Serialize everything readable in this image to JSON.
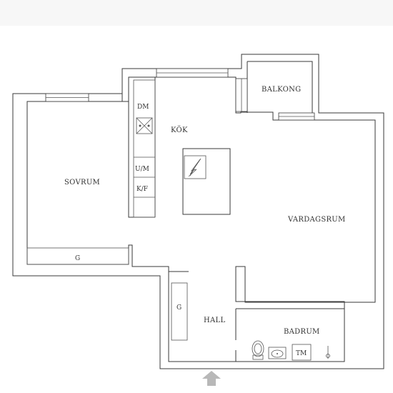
{
  "rooms": {
    "sovrum": "SOVRUM",
    "kok": "KÖK",
    "balkong": "BALKONG",
    "vardagsrum": "VARDAGSRUM",
    "hall": "HALL",
    "badrum": "BADRUM"
  },
  "fixtures": {
    "dishwasher": "DM",
    "oven_micro": "U/M",
    "fridge_freezer": "K/F",
    "wardrobe_bedroom": "G",
    "wardrobe_hall": "G",
    "washing_machine": "TM"
  },
  "colors": {
    "wall": "#3a3a3a",
    "entry_arrow": "#b8b8b8",
    "top_band": "#f7f7f7"
  },
  "icons": {
    "entry": "entrance-arrow-icon",
    "stove": "stove-icon",
    "toilet": "toilet-icon",
    "sink": "sink-icon",
    "shower": "shower-icon"
  }
}
